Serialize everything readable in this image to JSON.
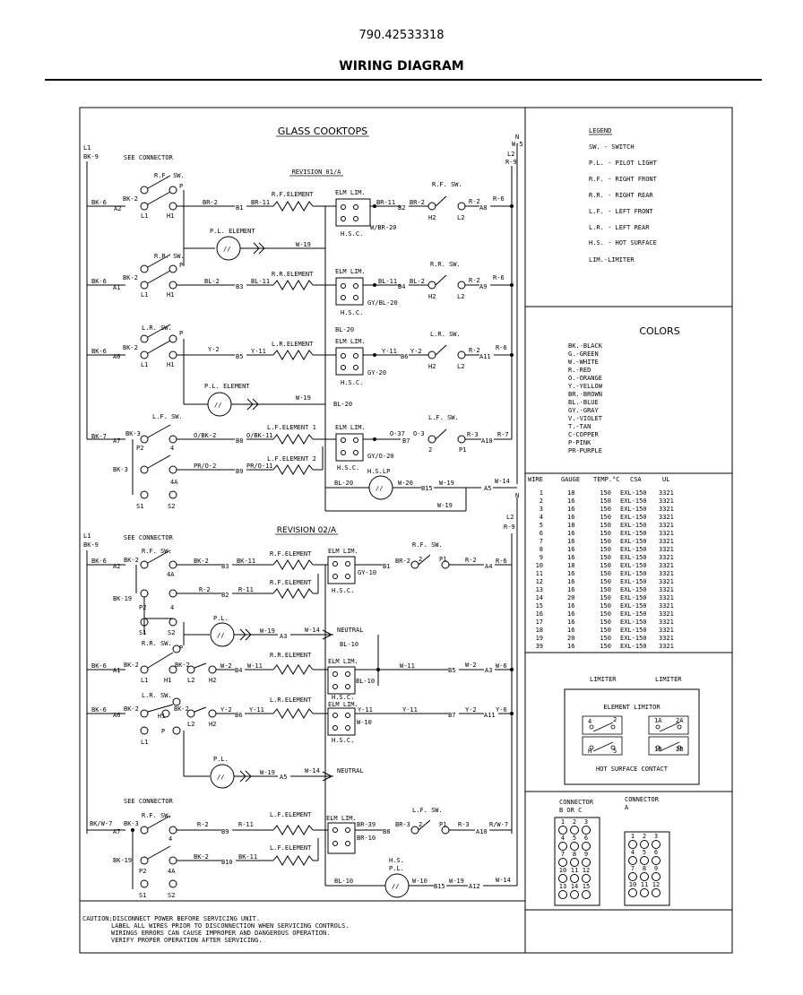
{
  "header": {
    "model_number": "790.42533318",
    "title": "WIRING DIAGRAM"
  },
  "schematic": {
    "title": "GLASS COOKTOPS",
    "rev1": "REVISION 01/A",
    "rev2": "REVISION 02/A",
    "l1": "L1",
    "bk9": "BK-9",
    "n": "N",
    "w5": "W-5",
    "l2": "L2",
    "r9": "R-9",
    "see_connector": "SEE CONNECTOR",
    "rf_sw": "R.F. SW.",
    "rr_sw": "R.R. SW.",
    "lr_sw": "L.R. SW.",
    "lf_sw": "L.F. SW.",
    "rf_element": "R.F.ELEMENT",
    "rr_element": "R.R.ELEMENT",
    "lr_element": "L.R.ELEMENT",
    "lf_element1": "L.F.ELEMENT 1",
    "lf_element2": "L.F.ELEMENT 2",
    "lf_element": "L.F.ELEMENT",
    "pl_element": "P.L. ELEMENT",
    "pl": "P.L.",
    "elm_lim": "ELM LIM.",
    "hsc": "H.S.C.",
    "hslp": "H.S.LP",
    "hspl": "H.S. P.L.",
    "neutral": "NEUTRAL"
  },
  "caution": {
    "line1": "CAUTION:DISCONNECT POWER BEFORE SERVICING UNIT.",
    "line2": "LABEL ALL WIRES PRIOR TO DISCONNECTION WHEN SERVICING CONTROLS.",
    "line3": "WIRINGS ERRORS CAN CAUSE IMPROPER AND DANGEROUS OPERATION.",
    "line4": "VERIFY PROPER OPERATION AFTER SERVICING."
  },
  "legend": {
    "title": "LEGEND",
    "items": [
      "SW.   - SWITCH",
      "P.L.  - PILOT LIGHT",
      "R.F.  - RIGHT FRONT",
      "R.R.  - RIGHT REAR",
      "L.F.  - LEFT FRONT",
      "L.R.  - LEFT REAR",
      "H.S.  - HOT SURFACE",
      "LIM.-LIMITER"
    ]
  },
  "colors": {
    "title": "COLORS",
    "items": [
      "BK.-BLACK",
      "G.-GREEN",
      "W.-WHITE",
      "R.-RED",
      "O.-ORANGE",
      "Y.-YELLOW",
      "BR.-BROWN",
      "BL.-BLUE",
      "GY.-GRAY",
      "V.-VIOLET",
      "T.-TAN",
      "C-COPPER",
      "P-PINK",
      "PR-PURPLE"
    ]
  },
  "wire_table": {
    "headers": [
      "WIRE",
      "GAUGE",
      "TEMP.°C",
      "CSA",
      "UL"
    ],
    "rows": [
      [
        "1",
        "18",
        "150",
        "EXL-150",
        "3321"
      ],
      [
        "2",
        "16",
        "150",
        "EXL-150",
        "3321"
      ],
      [
        "3",
        "16",
        "150",
        "EXL-150",
        "3321"
      ],
      [
        "4",
        "16",
        "150",
        "EXL-150",
        "3321"
      ],
      [
        "5",
        "18",
        "150",
        "EXL-150",
        "3321"
      ],
      [
        "6",
        "16",
        "150",
        "EXL-150",
        "3321"
      ],
      [
        "7",
        "16",
        "150",
        "EXL-150",
        "3321"
      ],
      [
        "8",
        "16",
        "150",
        "EXL-150",
        "3321"
      ],
      [
        "9",
        "16",
        "150",
        "EXL-150",
        "3321"
      ],
      [
        "10",
        "18",
        "150",
        "EXL-150",
        "3321"
      ],
      [
        "11",
        "16",
        "150",
        "EXL-150",
        "3321"
      ],
      [
        "12",
        "16",
        "150",
        "EXL-150",
        "3321"
      ],
      [
        "13",
        "16",
        "150",
        "EXL-150",
        "3321"
      ],
      [
        "14",
        "20",
        "150",
        "EXL-150",
        "3321"
      ],
      [
        "15",
        "16",
        "150",
        "EXL-150",
        "3321"
      ],
      [
        "16",
        "16",
        "150",
        "EXL-150",
        "3321"
      ],
      [
        "17",
        "16",
        "150",
        "EXL-150",
        "3321"
      ],
      [
        "18",
        "16",
        "150",
        "EXL-150",
        "3321"
      ],
      [
        "19",
        "20",
        "150",
        "EXL-150",
        "3321"
      ],
      [
        "39",
        "16",
        "150",
        "EXL-150",
        "3321"
      ]
    ]
  },
  "limiter": {
    "label1": "LIMITER",
    "label2": "LIMITER",
    "element_limitor": "ELEMENT LIMITOR",
    "hot_surface_contact": "HOT SURFACE CONTACT",
    "pins_a": [
      "4",
      "2",
      "H",
      "5"
    ],
    "pins_b": [
      "1A",
      "2A",
      "1B",
      "2B"
    ]
  },
  "connectors": {
    "bc_label": "CONNECTOR B OR C",
    "a_label": "CONNECTOR A",
    "bc_numbers": [
      "1",
      "2",
      "3",
      "4",
      "5",
      "6",
      "7",
      "8",
      "9",
      "10",
      "11",
      "12",
      "13",
      "14",
      "15"
    ],
    "a_numbers": [
      "1",
      "2",
      "3",
      "4",
      "5",
      "6",
      "7",
      "8",
      "9",
      "10",
      "11",
      "12"
    ]
  }
}
